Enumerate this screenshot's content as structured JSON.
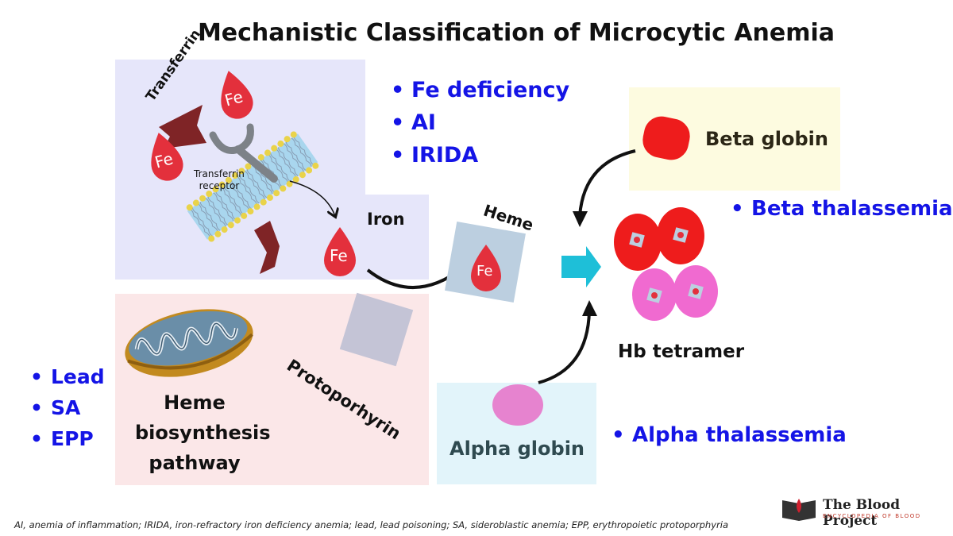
{
  "title": "Mechanistic Classification of Microcytic Anemia",
  "iron_panel": {
    "transferrin_label": "Transferrin",
    "receptor_label_line1": "Transferrin",
    "receptor_label_line2": "receptor",
    "iron_label": "Iron",
    "fe_symbol": "Fe",
    "causes": [
      "Fe deficiency",
      "AI",
      "IRIDA"
    ]
  },
  "heme_label": "Heme",
  "heme_pathway": {
    "label_lines": [
      "Heme",
      "biosynthesis",
      "pathway"
    ],
    "protoporphyrin_label": "Protoporhyrin",
    "causes": [
      "Lead",
      "SA",
      "EPP"
    ]
  },
  "beta_globin": {
    "label": "Beta globin",
    "cause": "Beta thalassemia"
  },
  "alpha_globin": {
    "label": "Alpha globin",
    "cause": "Alpha thalassemia"
  },
  "hb_tetramer_label": "Hb tetramer",
  "colors": {
    "list_blue": "#1414e6",
    "fe_red": "#e3303c",
    "beta_red": "#ee1c1c",
    "alpha_pink": "#f06ad0",
    "arrow_cyan": "#1ebfd8"
  },
  "footnote": "AI, anemia of inflammation; IRIDA, iron-refractory iron deficiency anemia; lead, lead poisoning; SA, sideroblastic anemia; EPP, erythropoietic protoporphyria",
  "logo": {
    "name": "The Blood Project",
    "tagline": "ENCYCLOPEDIA OF BLOOD"
  }
}
